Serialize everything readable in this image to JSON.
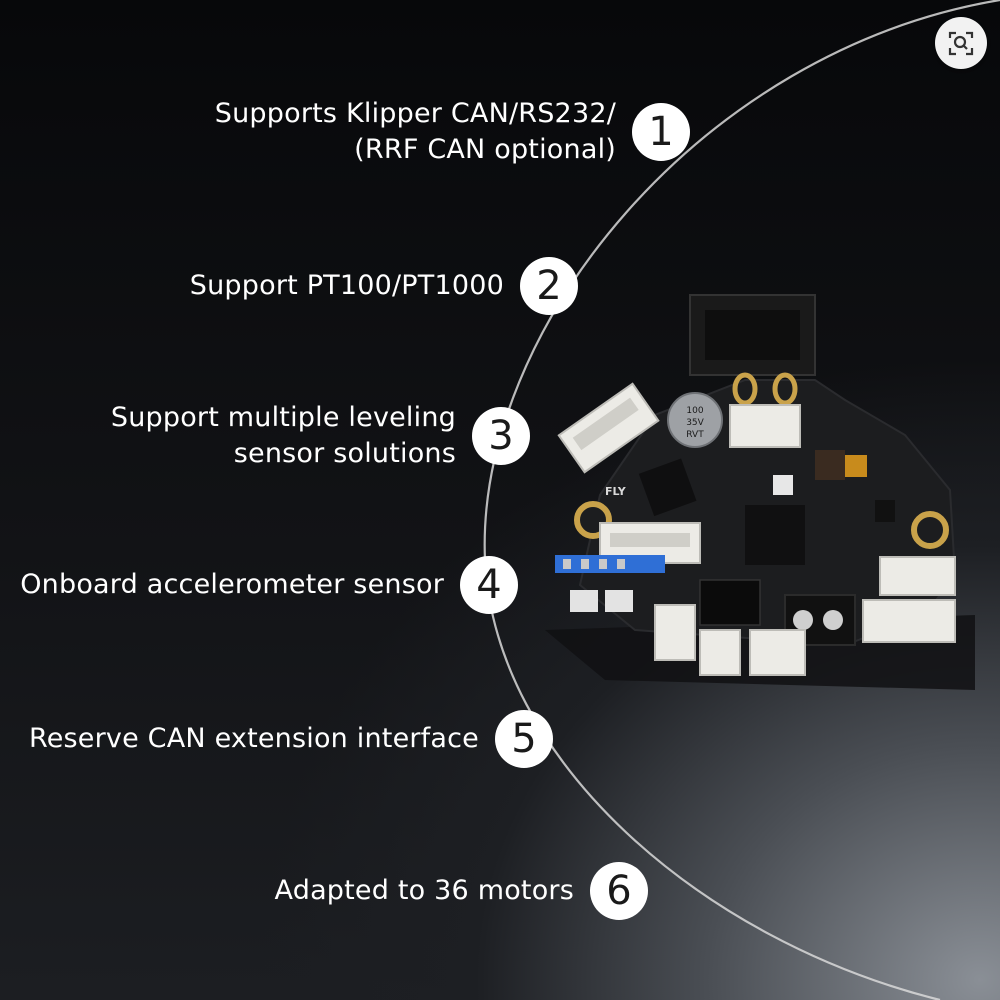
{
  "features": [
    {
      "number": "1",
      "text": "Supports Klipper CAN/RS232/\n(RRF CAN optional)"
    },
    {
      "number": "2",
      "text": "Support PT100/PT1000"
    },
    {
      "number": "3",
      "text": "Support multiple leveling\nsensor solutions"
    },
    {
      "number": "4",
      "text": "Onboard accelerometer sensor"
    },
    {
      "number": "5",
      "text": "Reserve CAN extension interface"
    },
    {
      "number": "6",
      "text": "Adapted to 36 motors"
    }
  ],
  "board": {
    "logo": "FLY",
    "capacitor_lines": [
      "100",
      "35V",
      "RVT"
    ],
    "colors": {
      "pcb": "#1c1d1f",
      "connector": "#ecebe6",
      "blue_header": "#2f6fd6",
      "gold": "#c9a24a"
    }
  },
  "icons": {
    "lens_button": "image-search-icon"
  }
}
